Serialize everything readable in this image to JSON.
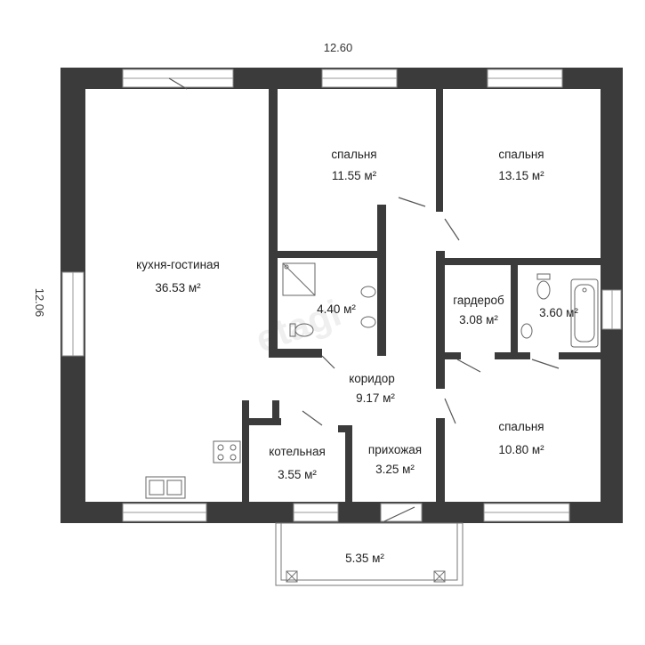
{
  "dimensions": {
    "width": "12.60",
    "height": "12.06"
  },
  "watermark": "etagi",
  "rooms": [
    {
      "name": "кухня-гостиная",
      "area": "36.53 м²"
    },
    {
      "name": "спальня",
      "area": "11.55 м²"
    },
    {
      "name": "спальня",
      "area": "13.15 м²"
    },
    {
      "name": "",
      "area": "4.40 м²"
    },
    {
      "name": "гардероб",
      "area": "3.08 м²"
    },
    {
      "name": "",
      "area": "3.60 м²"
    },
    {
      "name": "коридор",
      "area": "9.17 м²"
    },
    {
      "name": "спальня",
      "area": "10.80 м²"
    },
    {
      "name": "котельная",
      "area": "3.55 м²"
    },
    {
      "name": "прихожая",
      "area": "3.25 м²"
    },
    {
      "name": "",
      "area": "5.35 м²"
    }
  ],
  "colors": {
    "wall": "#3b3b3b",
    "window": "#ffffff",
    "line": "#555555"
  }
}
